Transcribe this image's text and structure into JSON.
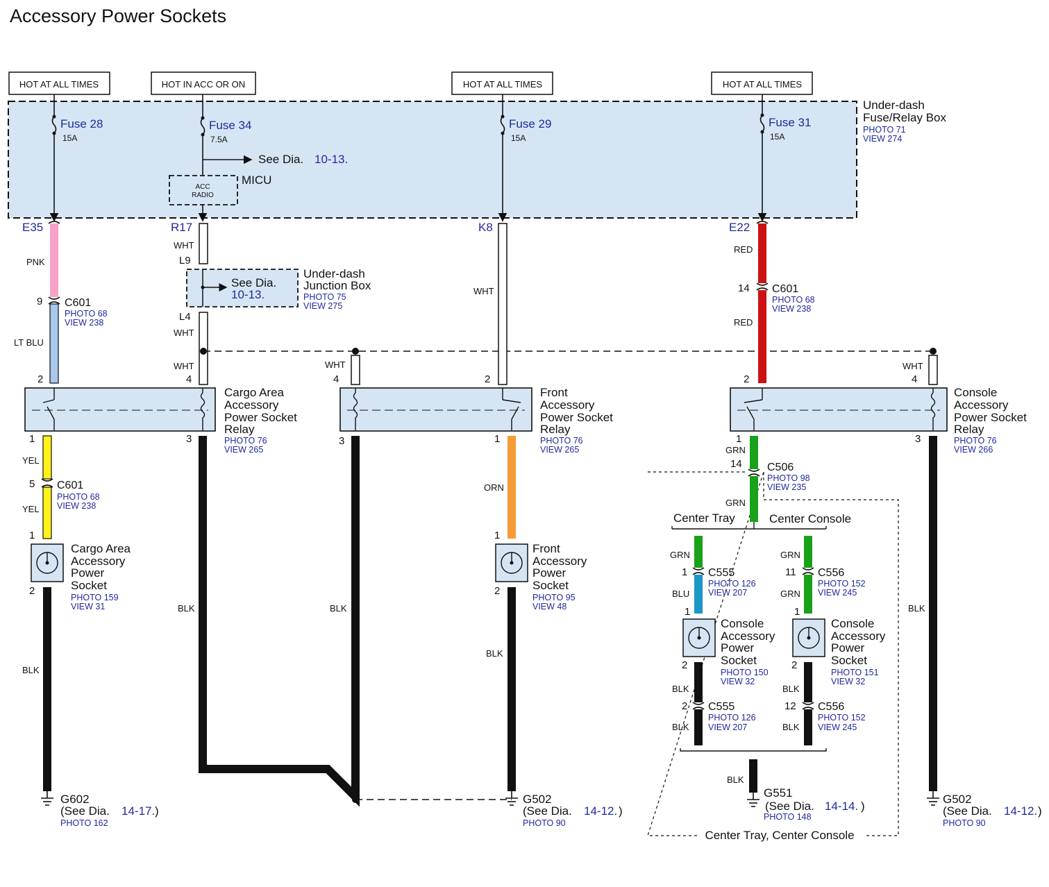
{
  "title": "Accessory Power Sockets",
  "hot": [
    "HOT AT ALL TIMES",
    "HOT IN ACC OR ON",
    "HOT AT ALL TIMES",
    "HOT AT ALL TIMES"
  ],
  "fusebox": {
    "name_1": "Under-dash",
    "name_2": "Fuse/Relay Box",
    "photo": "PHOTO 71",
    "view": "VIEW 274"
  },
  "fuses": [
    {
      "name": "Fuse 28",
      "amp": "15A"
    },
    {
      "name": "Fuse 34",
      "amp": "7.5A"
    },
    {
      "name": "Fuse 29",
      "amp": "15A"
    },
    {
      "name": "Fuse 31",
      "amp": "15A"
    }
  ],
  "see_dia": {
    "prefix": "See Dia.",
    "ref": "10-13."
  },
  "micu": {
    "name": "MICU",
    "box_1": "ACC",
    "box_2": "RADIO"
  },
  "fusebox_conns": [
    "E35",
    "R17",
    "K8",
    "E22"
  ],
  "junction": {
    "name_1": "Under-dash",
    "name_2": "Junction Box",
    "photo": "PHOTO 75",
    "view": "VIEW 275",
    "see": "See Dia.",
    "ref": "10-13.",
    "pin_in": "L9",
    "pin_out": "L4"
  },
  "wires": {
    "pnk": "PNK",
    "ltblu": "LT BLU",
    "wht": "WHT",
    "red": "RED",
    "yel": "YEL",
    "blk": "BLK",
    "orn": "ORN",
    "grn": "GRN",
    "blu": "BLU"
  },
  "c601": {
    "name": "C601",
    "photo": "PHOTO 68",
    "view": "VIEW 238",
    "pin_a": "9",
    "pin_b": "14",
    "pin_c": "5"
  },
  "relays": [
    {
      "name_1": "Cargo Area",
      "name_2": "Accessory",
      "name_3": "Power Socket",
      "name_4": "Relay",
      "photo": "PHOTO 76",
      "view": "VIEW 265"
    },
    {
      "name_1": "Front",
      "name_2": "Accessory",
      "name_3": "Power Socket",
      "name_4": "Relay",
      "photo": "PHOTO 76",
      "view": "VIEW 265"
    },
    {
      "name_1": "Console",
      "name_2": "Accessory",
      "name_3": "Power Socket",
      "name_4": "Relay",
      "photo": "PHOTO 76",
      "view": "VIEW 266"
    }
  ],
  "pins": {
    "p1": "1",
    "p2": "2",
    "p3": "3",
    "p4": "4",
    "p11": "11",
    "p12": "12",
    "p14": "14"
  },
  "sockets": [
    {
      "name_1": "Cargo Area",
      "name_2": "Accessory",
      "name_3": "Power",
      "name_4": "Socket",
      "photo": "PHOTO 159",
      "view": "VIEW 31"
    },
    {
      "name_1": "Front",
      "name_2": "Accessory",
      "name_3": "Power",
      "name_4": "Socket",
      "photo": "PHOTO 95",
      "view": "VIEW 48"
    },
    {
      "name_1": "Console",
      "name_2": "Accessory",
      "name_3": "Power",
      "name_4": "Socket",
      "photo": "PHOTO 150",
      "view": "VIEW 32"
    },
    {
      "name_1": "Console",
      "name_2": "Accessory",
      "name_3": "Power",
      "name_4": "Socket",
      "photo": "PHOTO 151",
      "view": "VIEW 32"
    }
  ],
  "c506": {
    "name": "C506",
    "photo": "PHOTO 98",
    "view": "VIEW 235"
  },
  "c555": {
    "name": "C555",
    "photo": "PHOTO 126",
    "view": "VIEW 207"
  },
  "c556": {
    "name": "C556",
    "photo": "PHOTO 152",
    "view": "VIEW 245"
  },
  "center": {
    "tray": "Center Tray",
    "console": "Center Console",
    "region": "Center Tray, Center Console"
  },
  "grounds": [
    {
      "name": "G602",
      "see": "(See Dia.",
      "ref": "14-17.",
      "close": ")",
      "photo": "PHOTO 162"
    },
    {
      "name": "G502",
      "see": "(See Dia.",
      "ref": "14-12.",
      "close": ")",
      "photo": "PHOTO 90"
    },
    {
      "name": "G551",
      "see": "(See Dia.",
      "ref": "14-14.",
      "close": ")",
      "photo": "PHOTO 148"
    },
    {
      "name": "G502",
      "see": "(See Dia.",
      "ref": "14-12.",
      "close": ")",
      "photo": "PHOTO 90"
    }
  ],
  "colors": {
    "pnk": "#f7a3c8",
    "ltblu": "#a9c8ec",
    "red": "#cc1212",
    "yel": "#fff21a",
    "orn": "#f59b37",
    "grn": "#1aa11a",
    "blu": "#1c97c8",
    "blk": "#111111",
    "box": "#d6e5f4"
  }
}
